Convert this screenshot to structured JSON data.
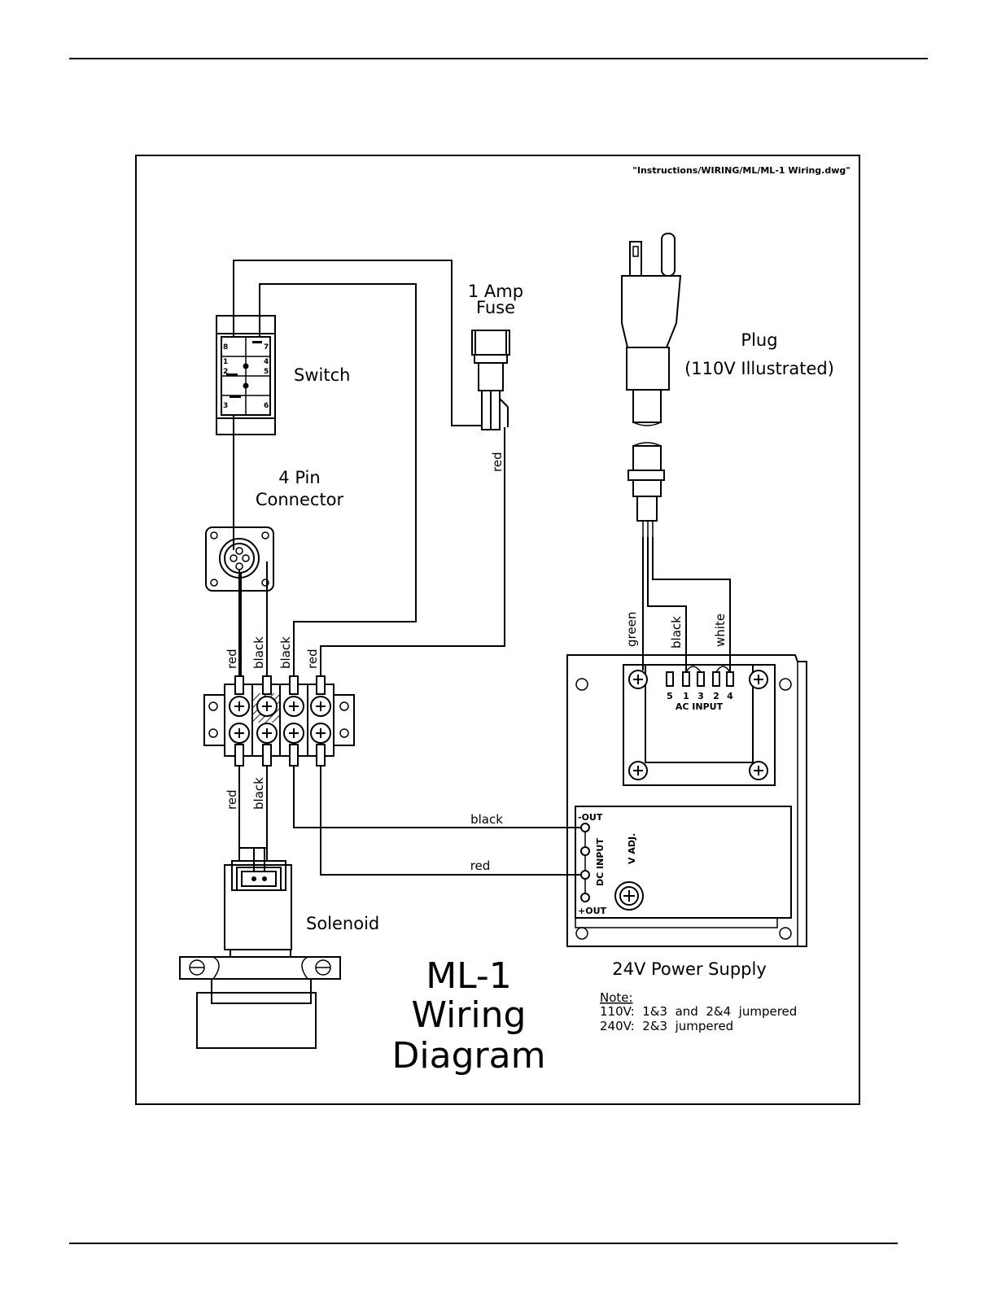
{
  "file_path": "\"Instructions/WIRING/ML/ML-1 Wiring.dwg\"",
  "title": {
    "line1": "ML-1",
    "line2": "Wiring",
    "line3": "Diagram"
  },
  "labels": {
    "fuse_line1": "1 Amp",
    "fuse_line2": "Fuse",
    "switch": "Switch",
    "connector_line1": "4 Pin",
    "connector_line2": "Connector",
    "plug_line1": "Plug",
    "plug_line2": "(110V Illustrated)",
    "solenoid": "Solenoid",
    "power_supply": "24V Power Supply"
  },
  "wires": {
    "fuse_red": "red",
    "tb_top_1": "red",
    "tb_top_2": "black",
    "tb_top_3": "black",
    "tb_top_4": "red",
    "tb_bottom_1": "red",
    "tb_bottom_2": "black",
    "out_black": "black",
    "out_red": "red",
    "plug_green": "green",
    "plug_black": "black",
    "plug_white": "white"
  },
  "switch_pins": [
    "8",
    "7",
    "1",
    "4",
    "2",
    "5",
    "3",
    "6"
  ],
  "power_supply": {
    "ac_pins": [
      "5",
      "1",
      "3",
      "2",
      "4"
    ],
    "ac_input": "AC INPUT",
    "minus_out": "-OUT",
    "plus_out": "+OUT",
    "dc_input": "DC INPUT",
    "v_adj": "V ADJ."
  },
  "note": {
    "heading": "Note:",
    "line1": "110V:  1&3  and  2&4  jumpered",
    "line2": "240V:  2&3  jumpered"
  }
}
